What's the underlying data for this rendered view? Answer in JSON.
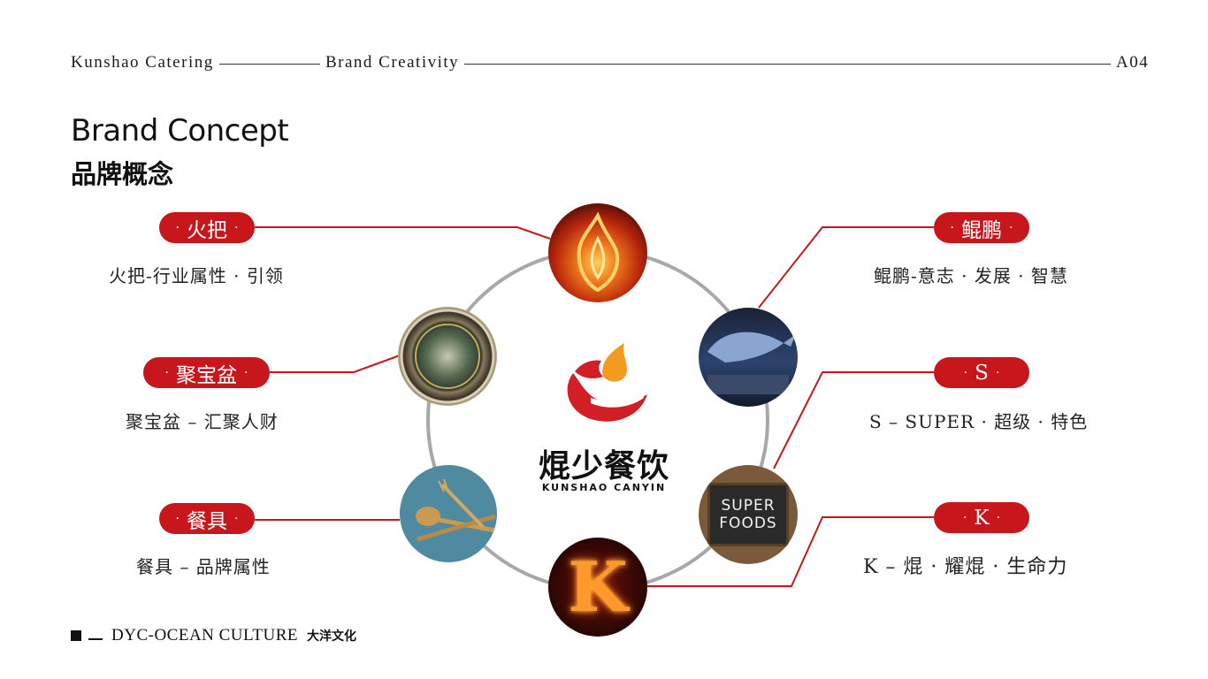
{
  "header": {
    "left": "Kunshao Catering",
    "middle": "Brand Creativity",
    "page": "A04"
  },
  "title": {
    "en": "Brand Concept",
    "cn": "品牌概念"
  },
  "center_logo": {
    "cn": "焜少餐饮",
    "en": "KUNSHAO CANYIN"
  },
  "items": [
    {
      "pill": "火把",
      "desc": "火把-行业属性 · 引领",
      "image": "torch-fire-icon"
    },
    {
      "pill": "聚宝盆",
      "desc": "聚宝盆 – 汇聚人财",
      "image": "treasure-bowl-icon"
    },
    {
      "pill": "餐具",
      "desc": "餐具 – 品牌属性",
      "image": "cutlery-icon"
    },
    {
      "pill": "鲲鹏",
      "desc": "鲲鹏-意志 · 发展 · 智慧",
      "image": "whale-icon"
    },
    {
      "pill": "S",
      "desc": "S – SUPER · 超级 · 特色",
      "image": "superfoods-board-icon"
    },
    {
      "pill": "K",
      "desc": "K – 焜 · 耀焜 · 生命力",
      "image": "fire-k-icon"
    }
  ],
  "superfoods_board": [
    "SUPER",
    "FOODS"
  ],
  "fire_letter": "K",
  "footer": {
    "en": "DYC-OCEAN CULTURE",
    "cn": "大洋文化"
  },
  "colors": {
    "accent_red": "#c8161d",
    "ring_gray": "#a8a8a8",
    "text": "#1a1a1a"
  }
}
